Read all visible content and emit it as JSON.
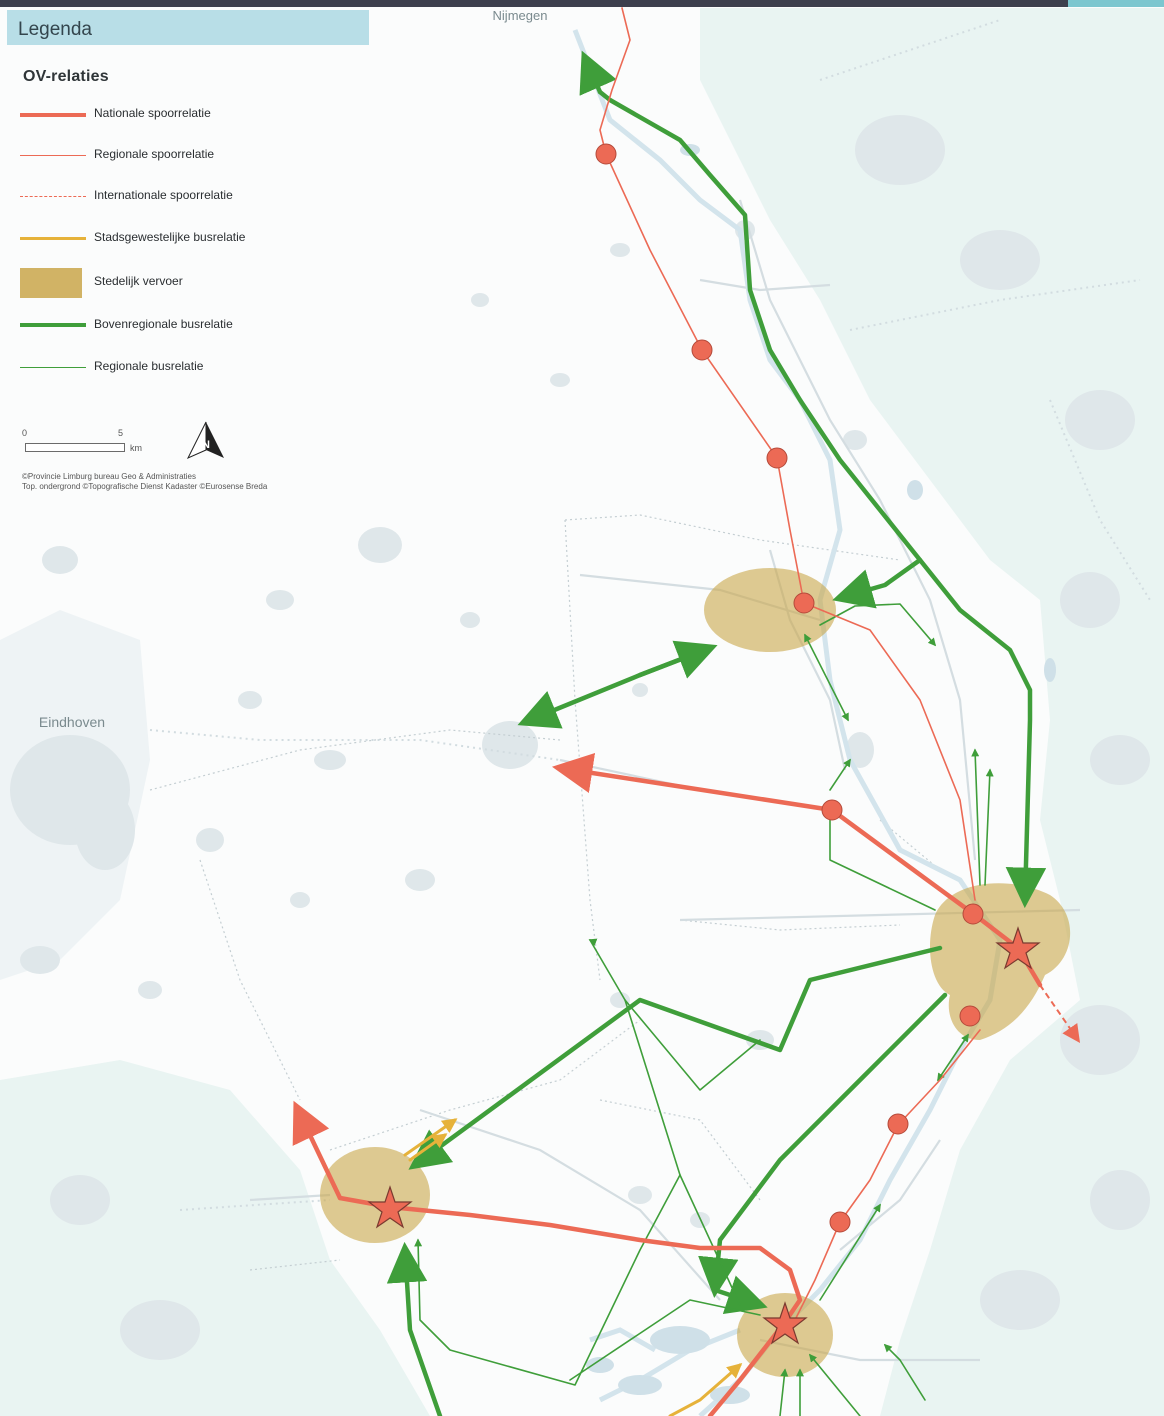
{
  "legend": {
    "header_title": "Legenda",
    "section_heading": "OV-relaties",
    "items": [
      {
        "label": "Nationale spoorrelatie",
        "color": "#ec6a55",
        "style": "thick-line"
      },
      {
        "label": "Regionale spoorrelatie",
        "color": "#ec6a55",
        "style": "thin-line"
      },
      {
        "label": "Internationale spoorrelatie",
        "color": "#ec6a55",
        "style": "dashed-line"
      },
      {
        "label": "Stadsgewestelijke busrelatie",
        "color": "#e6b23a",
        "style": "thick-line"
      },
      {
        "label": "Stedelijk vervoer",
        "color": "#c9a64a",
        "style": "area"
      },
      {
        "label": "Bovenregionale busrelatie",
        "color": "#3f9e3a",
        "style": "thick-line"
      },
      {
        "label": "Regionale busrelatie",
        "color": "#3f9e3a",
        "style": "thin-line"
      }
    ]
  },
  "scale": {
    "start": "0",
    "end": "5",
    "unit": "km"
  },
  "north_arrow": {
    "icon": "north-arrow-icon"
  },
  "credits": [
    "©Provincie Limburg bureau Geo & Administraties",
    "Top. ondergrond ©Topografische Dienst Kadaster ©Eurosense Breda"
  ],
  "places": {
    "nijmegen": "Nijmegen",
    "eindhoven": "Eindhoven"
  },
  "colors": {
    "rail": "#ec6a55",
    "bus": "#3f9e3a",
    "city_bus": "#e6b23a",
    "urban_area": "#c9a64a",
    "water": "#d3e4ec",
    "neighbour_region": "#e9f4f2",
    "settlement": "#dfe7ea"
  }
}
